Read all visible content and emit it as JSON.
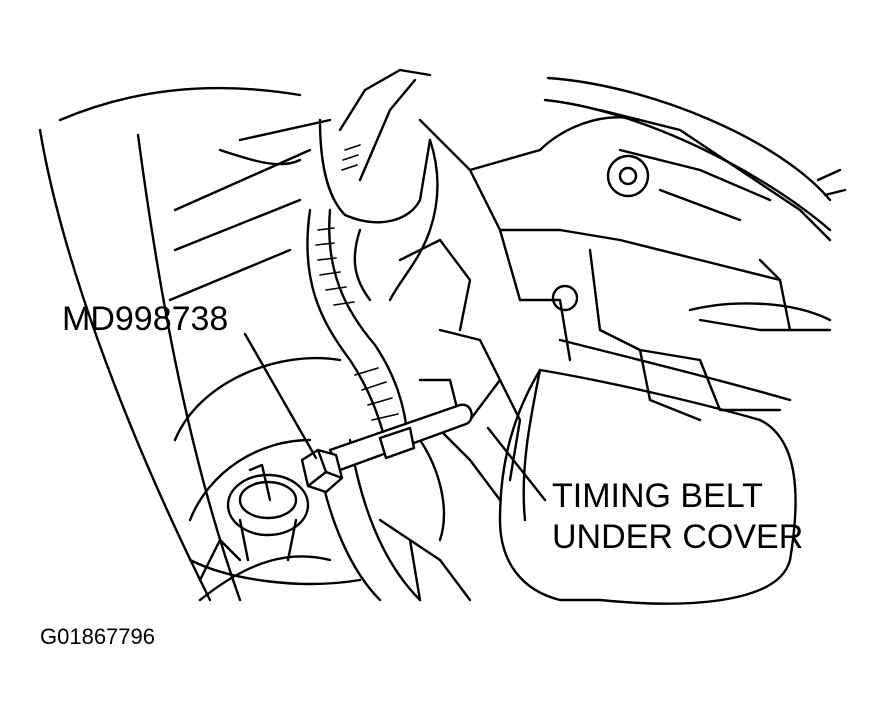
{
  "labels": {
    "tool": "MD998738",
    "cover_line1": "TIMING BELT",
    "cover_line2": "UNDER COVER",
    "figure_id": "G01867796"
  },
  "colors": {
    "ink": "#000000",
    "background": "#ffffff"
  }
}
